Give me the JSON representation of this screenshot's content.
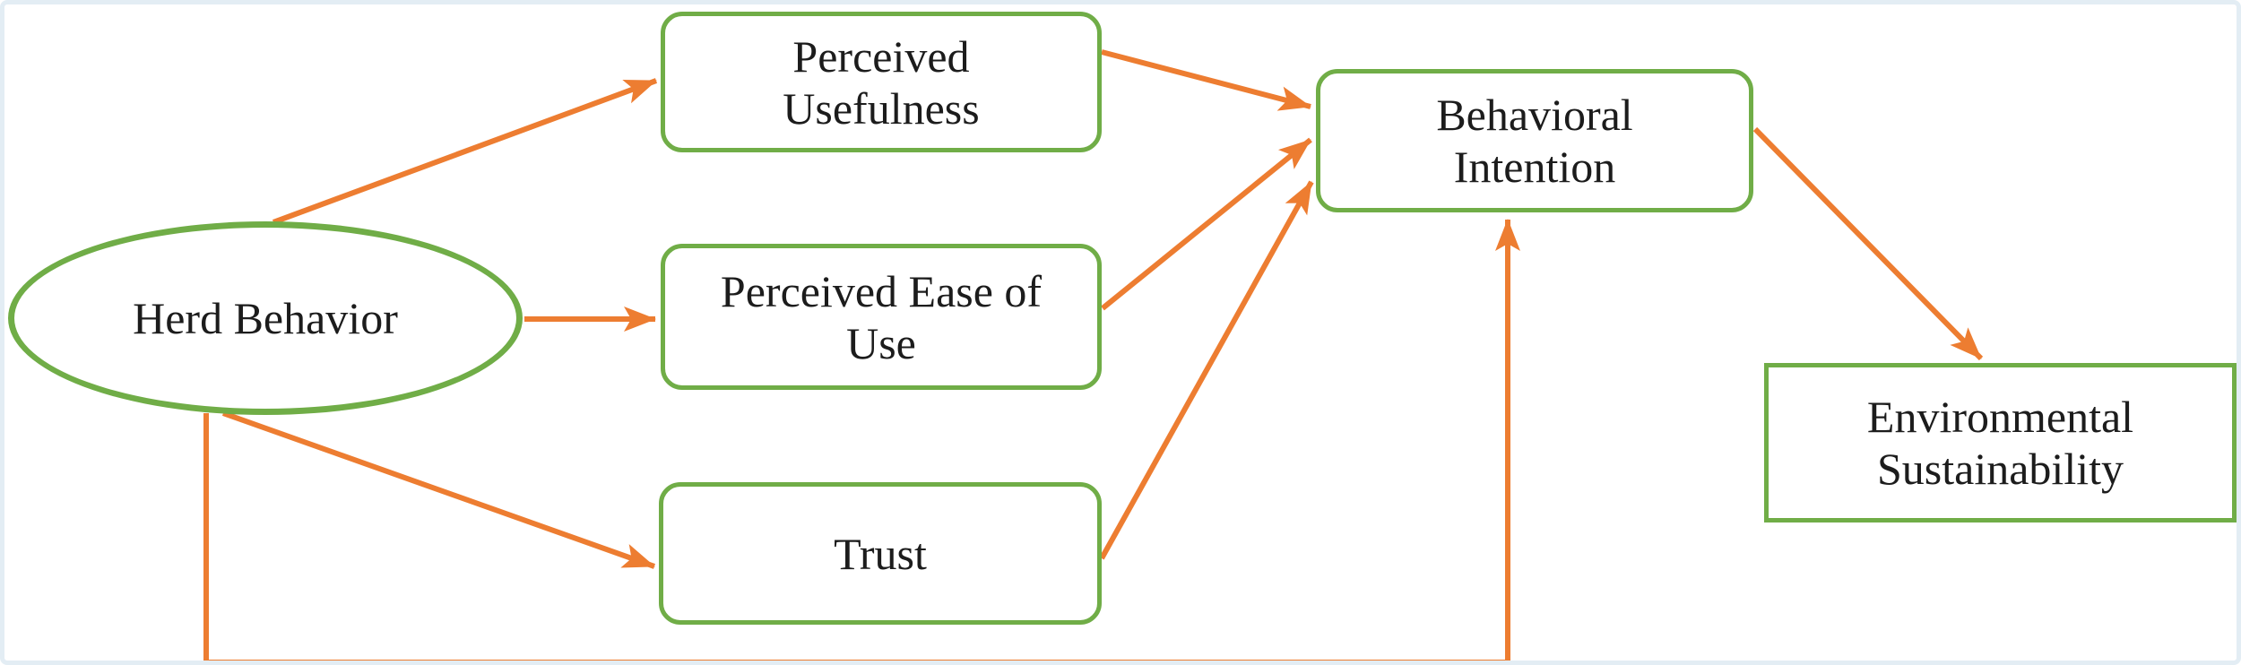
{
  "diagram": {
    "type": "path-model-diagram",
    "nodes": [
      {
        "id": "herd-behavior",
        "label": "Herd Behavior",
        "shape": "ellipse"
      },
      {
        "id": "perceived-usefulness",
        "label": "Perceived\nUsefulness",
        "shape": "rounded-rect"
      },
      {
        "id": "perceived-ease-of-use",
        "label": "Perceived Ease of\nUse",
        "shape": "rounded-rect"
      },
      {
        "id": "trust",
        "label": "Trust",
        "shape": "rounded-rect"
      },
      {
        "id": "behavioral-intention",
        "label": "Behavioral\nIntention",
        "shape": "rounded-rect"
      },
      {
        "id": "environmental-sustainability",
        "label": "Environmental\nSustainability",
        "shape": "rect"
      }
    ],
    "edges": [
      {
        "from": "herd-behavior",
        "to": "perceived-usefulness"
      },
      {
        "from": "herd-behavior",
        "to": "perceived-ease-of-use"
      },
      {
        "from": "herd-behavior",
        "to": "trust"
      },
      {
        "from": "herd-behavior",
        "to": "behavioral-intention"
      },
      {
        "from": "perceived-usefulness",
        "to": "behavioral-intention"
      },
      {
        "from": "perceived-ease-of-use",
        "to": "behavioral-intention"
      },
      {
        "from": "trust",
        "to": "behavioral-intention"
      },
      {
        "from": "behavioral-intention",
        "to": "environmental-sustainability"
      }
    ],
    "colors": {
      "node_border": "#70AD47",
      "arrow": "#ED7D31",
      "text": "#1C1C1C",
      "frame": "#E3EDF4",
      "background": "#FFFFFF"
    }
  }
}
